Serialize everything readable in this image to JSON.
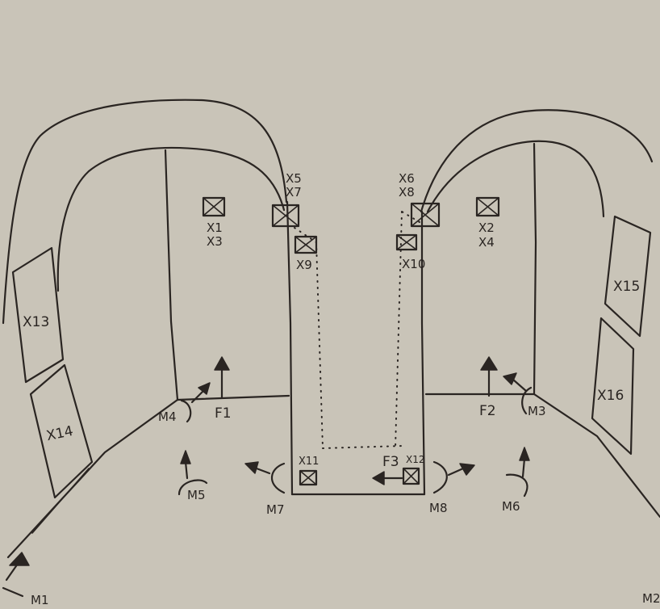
{
  "diagram": {
    "background": "#c9c4b8",
    "ink": "#2a2522",
    "sensors": {
      "x1_x3": [
        "X1",
        "X3"
      ],
      "x2_x4": [
        "X2",
        "X4"
      ],
      "x5_x7": [
        "X5",
        "X7"
      ],
      "x6_x8": [
        "X6",
        "X8"
      ],
      "x9": "X9",
      "x10": "X10",
      "x11": "X11",
      "x12": "X12",
      "x13": "X13",
      "x14": "X14",
      "x15": "X15",
      "x16": "X16"
    },
    "cameras": {
      "m1": "M1",
      "m2": "M2",
      "m3": "M3",
      "m4": "M4",
      "m5": "M5",
      "m6": "M6",
      "m7": "M7",
      "m8": "M8"
    },
    "fixtures": {
      "f1": "F1",
      "f2": "F2",
      "f3": "F3"
    }
  }
}
